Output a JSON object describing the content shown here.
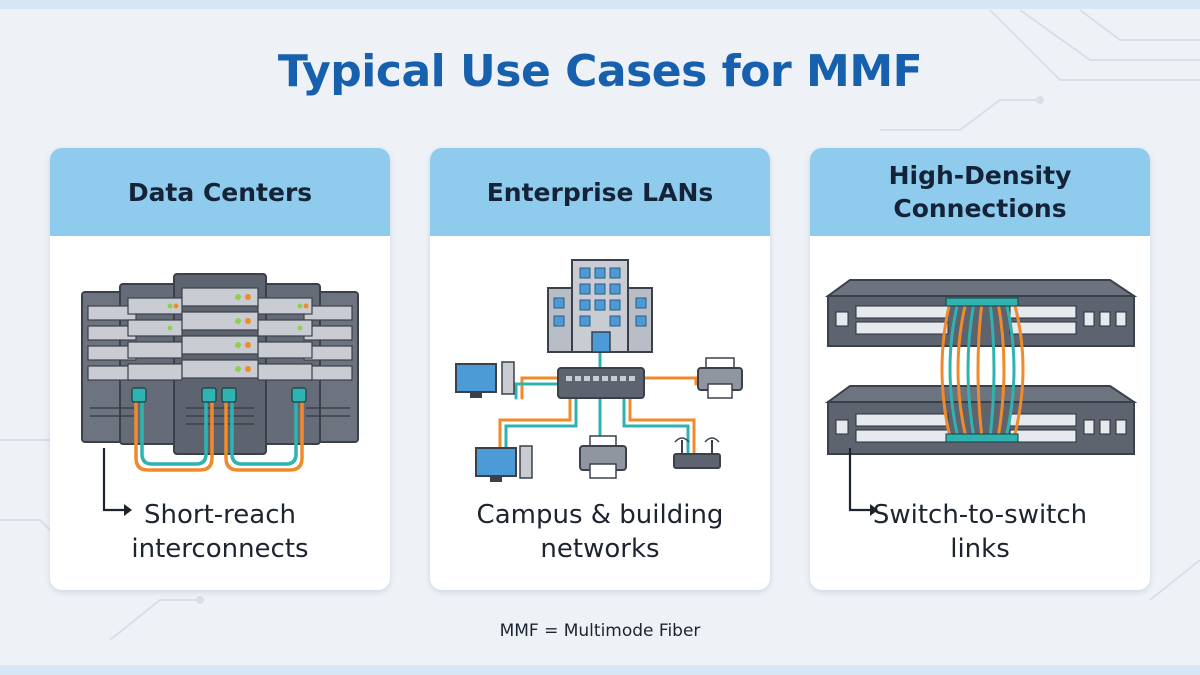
{
  "title": "Typical Use Cases for MMF",
  "cards": [
    {
      "heading": "Data Centers",
      "caption_line1": "Short-reach",
      "caption_line2": "interconnects",
      "illustration": "server-racks-icon",
      "has_arrow": true
    },
    {
      "heading": "Enterprise LANs",
      "caption_line1": "Campus & building",
      "caption_line2": "networks",
      "illustration": "office-network-icon",
      "has_arrow": false
    },
    {
      "heading_line1": "High-Density",
      "heading_line2": "Connections",
      "caption_line1": "Switch-to-switch",
      "caption_line2": "links",
      "illustration": "stacked-switches-icon",
      "has_arrow": true
    }
  ],
  "footnote": "MMF = Multimode Fiber",
  "colors": {
    "title": "#1660ad",
    "card_header": "#8ecbec",
    "fiber_orange": "#f08a2a",
    "fiber_teal": "#2fb3b0",
    "device_gray": "#5d6470"
  }
}
